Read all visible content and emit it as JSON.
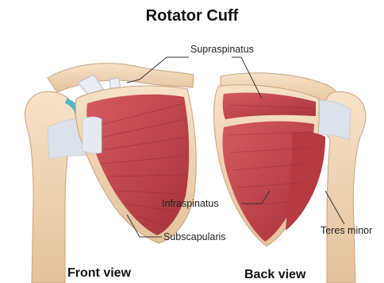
{
  "title": "Rotator Cuff",
  "labels": {
    "supraspinatus": "Supraspinatus",
    "infraspinatus": "Infraspinatus",
    "subscapularis": "Subscapularis",
    "teres_minor": "Teres minor"
  },
  "views": {
    "front": "Front view",
    "back": "Back view"
  },
  "colors": {
    "muscle": "#c9484f",
    "muscle_dark": "#a8323a",
    "bone": "#f2d7b8",
    "bone_shadow": "#d9b48e",
    "tendon": "#dde2ea",
    "cartilage": "#4fb8c4"
  }
}
